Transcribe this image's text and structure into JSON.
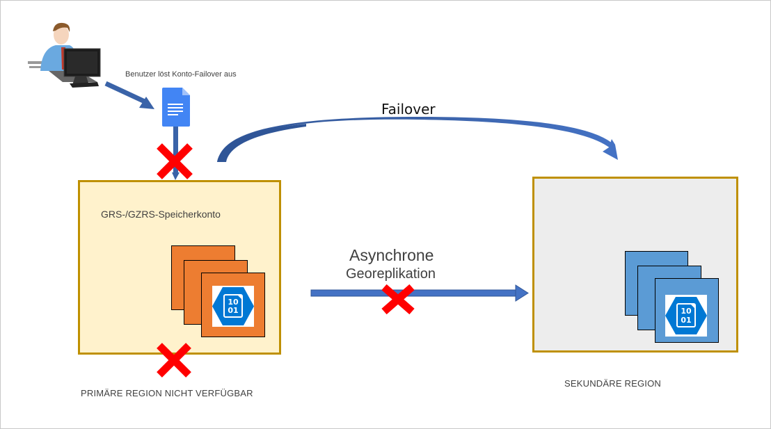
{
  "diagram": {
    "user_action_label": "Benutzer löst Konto-Failover aus",
    "failover_label": "Failover",
    "primary": {
      "account_label": "GRS-/GZRS-Speicherkonto",
      "region_label": "PRIMÄRE REGION NICHT VERFÜGBAR",
      "card_color": "#ed7d31",
      "fill_color": "#fff2cc",
      "status": "unavailable"
    },
    "secondary": {
      "region_label": "SEKUNDÄRE REGION",
      "card_color": "#5b9bd5",
      "fill_color": "#ededed"
    },
    "replication": {
      "line1": "Asynchrone",
      "line2": "Georeplikation",
      "status": "broken"
    },
    "storage_icon_text": {
      "line1": "10",
      "line2": "01"
    },
    "colors": {
      "arrow": "#4472c4",
      "arrow_dark": "#2f5597",
      "cross": "#ff0000",
      "region_border": "#bf9000",
      "doc_icon": "#4285f4"
    }
  }
}
